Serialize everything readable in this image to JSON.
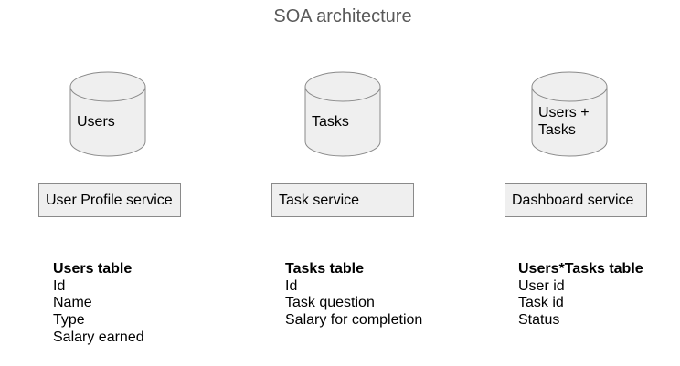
{
  "title": "SOA architecture",
  "colors": {
    "shape_fill": "#efefef",
    "shape_stroke": "#8a8a8a",
    "title_text": "#595959"
  },
  "databases": [
    {
      "label": "Users"
    },
    {
      "label": "Tasks"
    },
    {
      "label_lines": [
        "Users +",
        "Tasks"
      ]
    }
  ],
  "services": [
    {
      "label": "User Profile service"
    },
    {
      "label": "Task service"
    },
    {
      "label": "Dashboard service"
    }
  ],
  "schemas": [
    {
      "title": "Users table",
      "fields": [
        "Id",
        "Name",
        "Type",
        "Salary earned"
      ]
    },
    {
      "title": "Tasks table",
      "fields": [
        "Id",
        "Task question",
        "Salary for completion"
      ]
    },
    {
      "title": "Users*Tasks table",
      "fields": [
        "User id",
        "Task id",
        "Status"
      ]
    }
  ]
}
